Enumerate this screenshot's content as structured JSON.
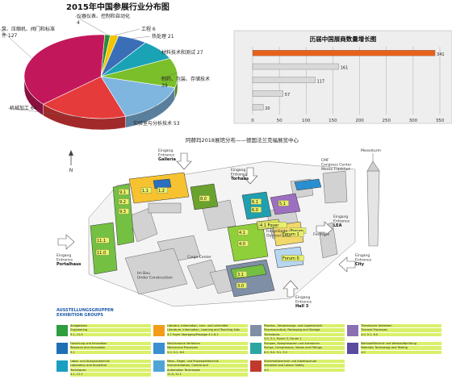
{
  "chart_data": [
    {
      "type": "pie",
      "title": "2015年中国参展行业分布图",
      "slices": [
        {
          "label": "仪器仪表、控制和自动化",
          "value": 4,
          "color": "#2b8a3e"
        },
        {
          "label": "工程",
          "value": 6,
          "color": "#f2c500"
        },
        {
          "label": "热处理",
          "value": 21,
          "color": "#3a6fb8"
        },
        {
          "label": "材料技术和测试",
          "value": 27,
          "color": "#1aa3b5"
        },
        {
          "label": "制药、包装、存储技术",
          "value": 39,
          "color": "#7bbf2a"
        },
        {
          "label": "实验室与分析技术",
          "value": 53,
          "color": "#7fb6e0"
        },
        {
          "label": "机械加工",
          "value": 64,
          "color": "#e63b3b"
        },
        {
          "label": "泵、压缩机、阀门和标准件",
          "value": 127,
          "color": "#c2185b"
        }
      ]
    },
    {
      "type": "bar",
      "title": "历届中国展商数量增长图",
      "orientation": "horizontal",
      "values": [
        341,
        161,
        117,
        57,
        20
      ],
      "value_labels": [
        "341",
        "161",
        "117",
        "57",
        "20"
      ],
      "xlim": [
        0,
        350
      ],
      "xticks": [
        "0",
        "50",
        "100",
        "150",
        "200",
        "250",
        "300",
        "350"
      ],
      "colors": {
        "highlight": "#e8611a",
        "normal": "#d9d9d9"
      }
    }
  ],
  "map": {
    "title": "阿赫玛2018展馆分布——德国法兰克福展览中心",
    "north": "N",
    "labels": [
      {
        "id": "eg-galleria",
        "lines": [
          "Eingang",
          "Entrance"
        ],
        "bold": "Galleria"
      },
      {
        "id": "eg-torhaus",
        "lines": [
          "Eingang",
          "Entrance"
        ],
        "bold": "Torhaus"
      },
      {
        "id": "eg-portalhaus",
        "lines": [
          "Eingang",
          "Entrance"
        ],
        "bold": "Portalhaus"
      },
      {
        "id": "eg-city",
        "lines": [
          "Eingang",
          "Entrance"
        ],
        "bold": "City"
      },
      {
        "id": "eg-hall3",
        "lines": [
          "Eingang",
          "Entrance"
        ],
        "bold": "Hall 3"
      },
      {
        "id": "eg-lea",
        "lines": [
          "Eingang",
          "Entrance"
        ],
        "bold": "LEA"
      },
      {
        "id": "cmf",
        "lines": [
          "CMF",
          "Congress Center",
          "Messe Frankfurt"
        ],
        "bold": ""
      },
      {
        "id": "messeturm",
        "lines": [
          "Messeturm"
        ],
        "bold": ""
      },
      {
        "id": "cargo",
        "lines": [
          "Cargo Center"
        ],
        "bold": ""
      },
      {
        "id": "under-construction",
        "lines": [
          "Im Bau",
          "Under Construction"
        ],
        "bold": ""
      },
      {
        "id": "freigelaende",
        "lines": [
          "Freigelände",
          "Outdoor area"
        ],
        "bold": ""
      },
      {
        "id": "festhalle",
        "lines": [
          "Festhalle"
        ],
        "bold": ""
      }
    ],
    "halls": [
      "9.1",
      "9.2",
      "9.3",
      "11.1",
      "11.0",
      "8.0",
      "6.1",
      "6.0",
      "5.1",
      "4.1",
      "4.0",
      "3.1",
      "3.0",
      "1.2",
      "1.1",
      "Forum",
      "Forum 0",
      "Forum 1",
      "4.1 Foyer"
    ]
  },
  "legend": {
    "title_de": "AUSSTELLUNGSGRUPPEN",
    "title_en": "EXHIBITION GROUPS",
    "items": [
      {
        "color": "#2e9e3e",
        "lines": [
          "Anlagenbau",
          "Engineering",
          "9.1, 11.0"
        ]
      },
      {
        "color": "#f29c1a",
        "lines": [
          "Literatur, Information, Lern- und Lehrmittel",
          "Literature, Information, Learning and Teaching Aids",
          "4.1 Foyer Übergang/Passage 4.1-6.1"
        ]
      },
      {
        "color": "#7f8fa6",
        "lines": [
          "Pharma-, Verpackungs- und Lagertechnik",
          "Pharmaceutical, Packaging and Storage",
          "Techniques",
          "3.0, 3.1, Forum 3, Forum 1"
        ]
      },
      {
        "color": "#8a6fb3",
        "lines": [
          "Thermische Verfahren",
          "Thermal Processes",
          "4.0, 5.1, 6.0"
        ]
      },
      {
        "color": "#1f6fb5",
        "lines": [
          "Forschung und Innovation",
          "Research and Innovation",
          "9.1"
        ]
      },
      {
        "color": "#3a8fd0",
        "lines": [
          "Mechanische Verfahren",
          "Mechanical Processes",
          "5.0, 5.1, 6.0"
        ]
      },
      {
        "color": "#2aa6a0",
        "lines": [
          "Pumpen, Kompressoren und Armaturen",
          "Pumps, Compressors, Valves and Fittings",
          "8.0, 9.0, 9.1, 9.2"
        ]
      },
      {
        "color": "#5a4aa0",
        "lines": [
          "Werkstofftechnik und Werkstoffprüfung",
          "Materials Technology and Testing",
          "4.0"
        ]
      },
      {
        "color": "#1b9ec0",
        "lines": [
          "Labor- und Analysentechnik",
          "Laboratory and Analytical",
          "Techniques",
          "4.1, 11.1"
        ]
      },
      {
        "color": "#4fa5d6",
        "lines": [
          "Mess-, Regel- und Prozessleittechnik",
          "Instrumentation, Control and",
          "Automation Techniques",
          "11.0, 11.1"
        ]
      },
      {
        "color": "#c0392b",
        "lines": [
          "Sicherheitstechnik und Arbeitsschutz",
          "Industrial and Labour Safety",
          "4.0"
        ]
      }
    ]
  }
}
